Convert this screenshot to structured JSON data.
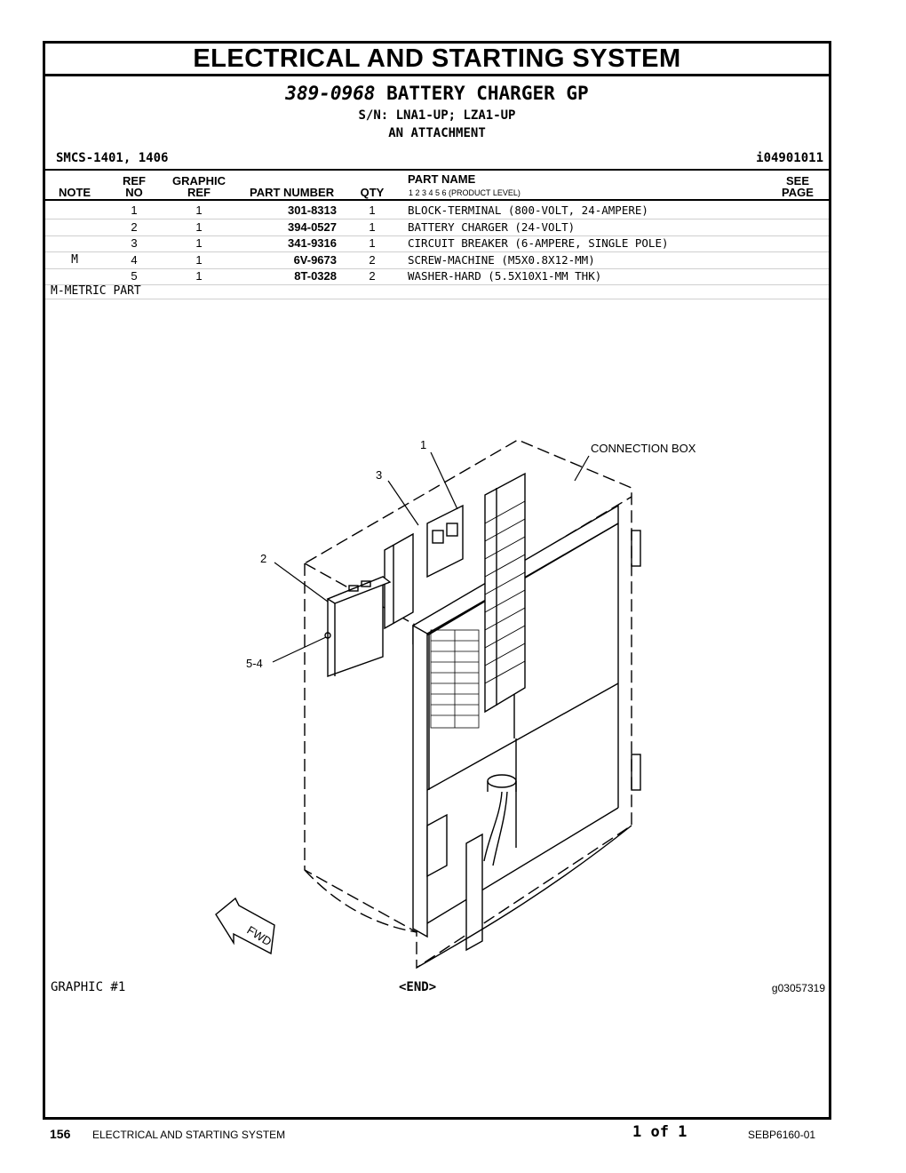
{
  "page_title": "ELECTRICAL AND STARTING SYSTEM",
  "group": {
    "part_number": "389-0968",
    "name": "BATTERY CHARGER GP",
    "serial": "S/N: LNA1-UP; LZA1-UP",
    "subtitle": "AN ATTACHMENT"
  },
  "smcs": "SMCS-1401, 1406",
  "info_id": "i04901011",
  "columns": {
    "note": "NOTE",
    "ref_top": "REF",
    "ref_bottom": "NO",
    "graphic_top": "GRAPHIC",
    "graphic_bottom": "REF",
    "part_number": "PART NUMBER",
    "qty": "QTY",
    "part_name": "PART NAME",
    "levels": "1   2   3   4   5   6   (PRODUCT LEVEL)",
    "see_top": "SEE",
    "see_bottom": "PAGE"
  },
  "rows": [
    {
      "note": "",
      "ref": "1",
      "gref": "1",
      "pn": "301-8313",
      "qty": "1",
      "name": "BLOCK-TERMINAL (800-VOLT, 24-AMPERE)"
    },
    {
      "note": "",
      "ref": "2",
      "gref": "1",
      "pn": "394-0527",
      "qty": "1",
      "name": "BATTERY CHARGER (24-VOLT)"
    },
    {
      "note": "",
      "ref": "3",
      "gref": "1",
      "pn": "341-9316",
      "qty": "1",
      "name": "CIRCUIT BREAKER (6-AMPERE, SINGLE POLE)"
    },
    {
      "note": "M",
      "ref": "4",
      "gref": "1",
      "pn": "6V-9673",
      "qty": "2",
      "name": "SCREW-MACHINE (M5X0.8X12-MM)"
    },
    {
      "note": "",
      "ref": "5",
      "gref": "1",
      "pn": "8T-0328",
      "qty": "2",
      "name": "WASHER-HARD (5.5X10X1-MM THK)"
    }
  ],
  "note_legend": "M-METRIC PART",
  "graphic": {
    "callouts": [
      "1",
      "3",
      "2",
      "5-4"
    ],
    "connection_box_label": "CONNECTION BOX",
    "fwd_label": "FWD",
    "label": "GRAPHIC #1",
    "end": "<END>",
    "graphic_id": "g03057319"
  },
  "footer": {
    "page_number": "156",
    "section": "ELECTRICAL AND STARTING SYSTEM",
    "of": "1 of 1",
    "publication": "SEBP6160-01"
  }
}
